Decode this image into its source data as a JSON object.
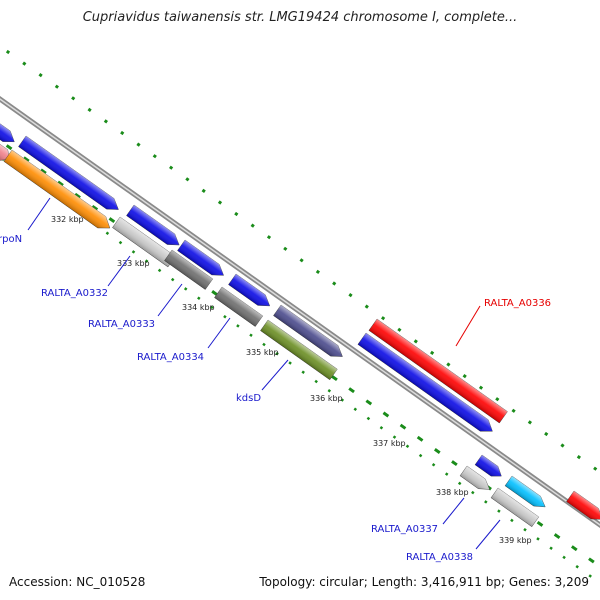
{
  "header": {
    "title": "Cupriavidus taiwanensis str. LMG19424 chromosome I, complete..."
  },
  "genome": {
    "ticks": [
      "332 kbp",
      "333 kbp",
      "334 kbp",
      "335 kbp",
      "336 kbp",
      "337 kbp",
      "338 kbp",
      "339 kbp"
    ],
    "genes": [
      {
        "id": "g-red-small",
        "color": "#f07f8a"
      },
      {
        "id": "g-blue-top-1",
        "color": "#0a0ae6"
      },
      {
        "id": "g-orange",
        "color": "#ff8c00"
      },
      {
        "id": "g-blue-top-2",
        "color": "#0a0ae6"
      },
      {
        "id": "g-blue-top-3",
        "color": "#0a0ae6"
      },
      {
        "id": "g-gray-light-1",
        "color": "#c8c8c8"
      },
      {
        "id": "g-gray-dark-1",
        "color": "#6e6e6e"
      },
      {
        "id": "g-blue-top-4",
        "color": "#0a0ae6"
      },
      {
        "id": "g-gray-dark-2",
        "color": "#6e6e6e"
      },
      {
        "id": "g-blue-top-5",
        "color": "#0a0ae6"
      },
      {
        "id": "g-olive",
        "color": "#6b8e23"
      },
      {
        "id": "g-navy-purple",
        "color": "#4a4a8c"
      },
      {
        "id": "g-red-big",
        "color": "#ff0000"
      },
      {
        "id": "g-blue-top-6",
        "color": "#0a0ae6"
      },
      {
        "id": "g-gray-light-2",
        "color": "#c8c8c8"
      },
      {
        "id": "g-blue-top-7",
        "color": "#0a0ae6"
      },
      {
        "id": "g-gray-light-3",
        "color": "#c8c8c8"
      },
      {
        "id": "g-cyan",
        "color": "#00bfff"
      },
      {
        "id": "g-red-edge",
        "color": "#ff0000"
      }
    ],
    "labels": [
      {
        "id": "rpoN",
        "text": "rpoN",
        "highlight": false
      },
      {
        "id": "A0332",
        "text": "RALTA_A0332",
        "highlight": false
      },
      {
        "id": "A0333",
        "text": "RALTA_A0333",
        "highlight": false
      },
      {
        "id": "A0334",
        "text": "RALTA_A0334",
        "highlight": false
      },
      {
        "id": "kdsD",
        "text": "kdsD",
        "highlight": false
      },
      {
        "id": "A0336",
        "text": "RALTA_A0336",
        "highlight": true
      },
      {
        "id": "A0337",
        "text": "RALTA_A0337",
        "highlight": false
      },
      {
        "id": "A0338",
        "text": "RALTA_A0338",
        "highlight": false
      }
    ]
  },
  "footer": {
    "accession": "Accession: NC_010528",
    "topology": "Topology: circular;",
    "length": "Length: 3,416,911 bp;",
    "genes": "Genes: 3,209"
  }
}
